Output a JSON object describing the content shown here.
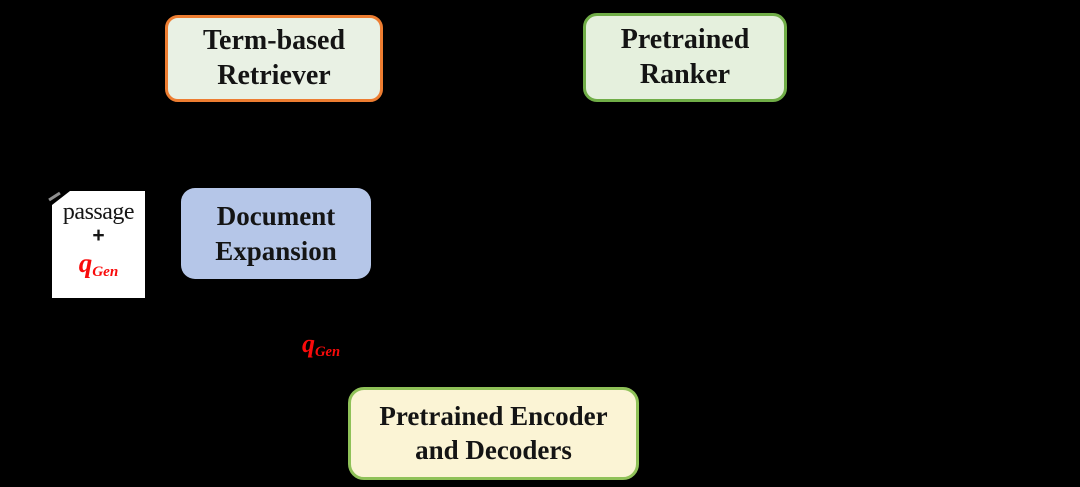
{
  "canvas": {
    "background": "#000000"
  },
  "diagram": {
    "boxes": {
      "term_retriever": {
        "line1": "Term-based",
        "line2": "Retriever",
        "fill": "#e9f1e4",
        "border": "#ed7d31"
      },
      "pretrained_ranker": {
        "line1": "Pretrained",
        "line2": "Ranker",
        "fill": "#e5f0dd",
        "border": "#70ad47"
      },
      "document_expansion": {
        "line1": "Document",
        "line2": "Expansion",
        "fill": "#b5c6e8"
      },
      "pretrained_encoder_decoders": {
        "line1": "Pretrained Encoder",
        "line2": "and Decoders",
        "fill": "#fbf4d5",
        "border": "#8fc158"
      }
    },
    "passage_document": {
      "line1": "passage",
      "line2": "+",
      "query_base": "q",
      "query_sub": "Gen",
      "fill": "#ffffff",
      "query_color": "#f90b0b"
    },
    "qgen_annotation": {
      "base": "q",
      "sub": "Gen",
      "color": "#f90b0b"
    }
  }
}
